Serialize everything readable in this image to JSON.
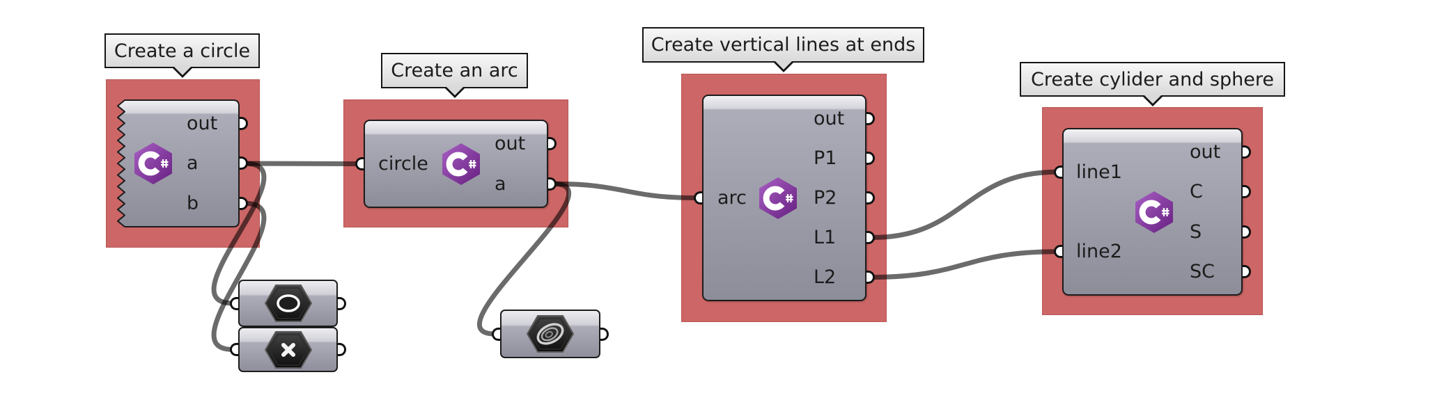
{
  "canvas": {
    "background": "#ffffff"
  },
  "colors": {
    "group": "#cd6666",
    "wire": "rgba(0,0,0,0.58)",
    "csharp_icon_light": "#a85fc4",
    "csharp_icon_dark": "#66207f"
  },
  "groups": [
    {
      "tooltip": "Create a circle",
      "component": {
        "icon": "csharp-icon",
        "zigzag_input_edge": true,
        "inputs": [],
        "outputs": [
          "out",
          "a",
          "b"
        ]
      }
    },
    {
      "tooltip": "Create an arc",
      "component": {
        "icon": "csharp-icon",
        "inputs": [
          "circle"
        ],
        "outputs": [
          "out",
          "a"
        ]
      }
    },
    {
      "tooltip": "Create vertical lines at ends",
      "component": {
        "icon": "csharp-icon",
        "inputs": [
          "arc"
        ],
        "outputs": [
          "out",
          "P1",
          "P2",
          "L1",
          "L2"
        ]
      }
    },
    {
      "tooltip": "Create cylider and sphere",
      "component": {
        "icon": "csharp-icon",
        "inputs": [
          "line1",
          "line2"
        ],
        "outputs": [
          "out",
          "C",
          "S",
          "SC"
        ]
      }
    }
  ],
  "params": [
    {
      "icon": "circle-icon"
    },
    {
      "icon": "cross-icon"
    },
    {
      "icon": "spiral-icon"
    }
  ],
  "wires": [
    {
      "from": {
        "component": 0,
        "output": "a"
      },
      "to": {
        "component": 1,
        "input": "circle"
      }
    },
    {
      "from": {
        "component": 0,
        "output": "a"
      },
      "to": {
        "param": 0
      }
    },
    {
      "from": {
        "component": 0,
        "output": "b"
      },
      "to": {
        "param": 1
      }
    },
    {
      "from": {
        "component": 1,
        "output": "a"
      },
      "to": {
        "component": 2,
        "input": "arc"
      }
    },
    {
      "from": {
        "component": 1,
        "output": "a"
      },
      "to": {
        "param": 2
      }
    },
    {
      "from": {
        "component": 2,
        "output": "L1"
      },
      "to": {
        "component": 3,
        "input": "line1"
      }
    },
    {
      "from": {
        "component": 2,
        "output": "L2"
      },
      "to": {
        "component": 3,
        "input": "line2"
      }
    }
  ]
}
